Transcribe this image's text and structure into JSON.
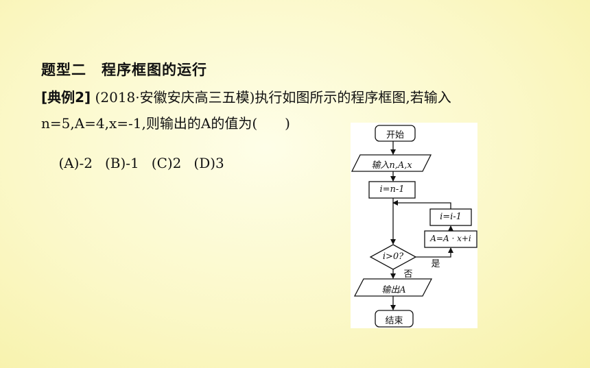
{
  "heading": "题型二　程序框图的运行",
  "example": {
    "tag": "[典例2]",
    "line1_rest": " (2018·安徽安庆高三五模)执行如图所示的程序框图,若输入",
    "line2_start": "n=5,A=4,x=-1,则输出的A的值为(",
    "line2_end": ")"
  },
  "choices": [
    "(A)-2",
    "(B)-1",
    "(C)2",
    "(D)3"
  ],
  "flowchart": {
    "start": "开始",
    "input": "输入n,A,x",
    "init": "i=n-1",
    "decrement": "i=i-1",
    "update": "A=A · x+i",
    "condition": "i>0?",
    "yes": "是",
    "no": "否",
    "output": "输出A",
    "end": "结束"
  }
}
